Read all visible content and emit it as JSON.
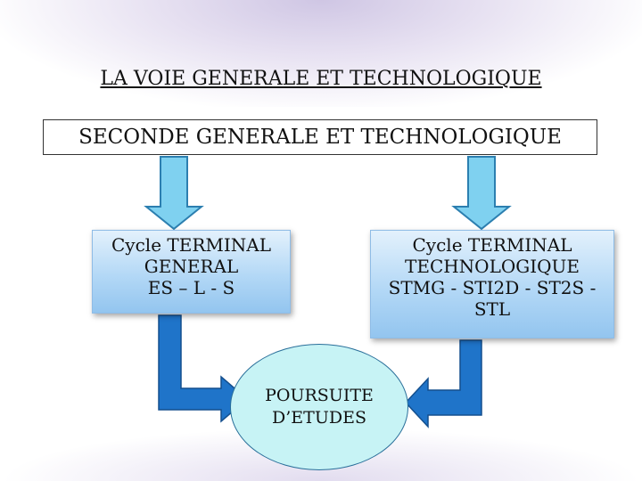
{
  "title": "LA VOIE GENERALE ET TECHNOLOGIQUE",
  "seconde": "SECONDE GENERALE ET TECHNOLOGIQUE",
  "cycle_general": {
    "line1": "Cycle TERMINAL",
    "line2": "GENERAL",
    "line3": "ES – L - S"
  },
  "cycle_techno": {
    "line1": "Cycle TERMINAL",
    "line2": "TECHNOLOGIQUE",
    "line3": "STMG - STI2D - ST2S  -",
    "line4": "STL"
  },
  "outcome": {
    "line1": "POURSUITE",
    "line2": "D’ETUDES"
  },
  "colors": {
    "down_arrow_fill": "#7fd1f0",
    "down_arrow_stroke": "#2c7fb0",
    "bent_arrow_fill": "#1f74c9",
    "box_fill": "#b3d8f6",
    "ellipse_fill": "#c7f3f5"
  }
}
